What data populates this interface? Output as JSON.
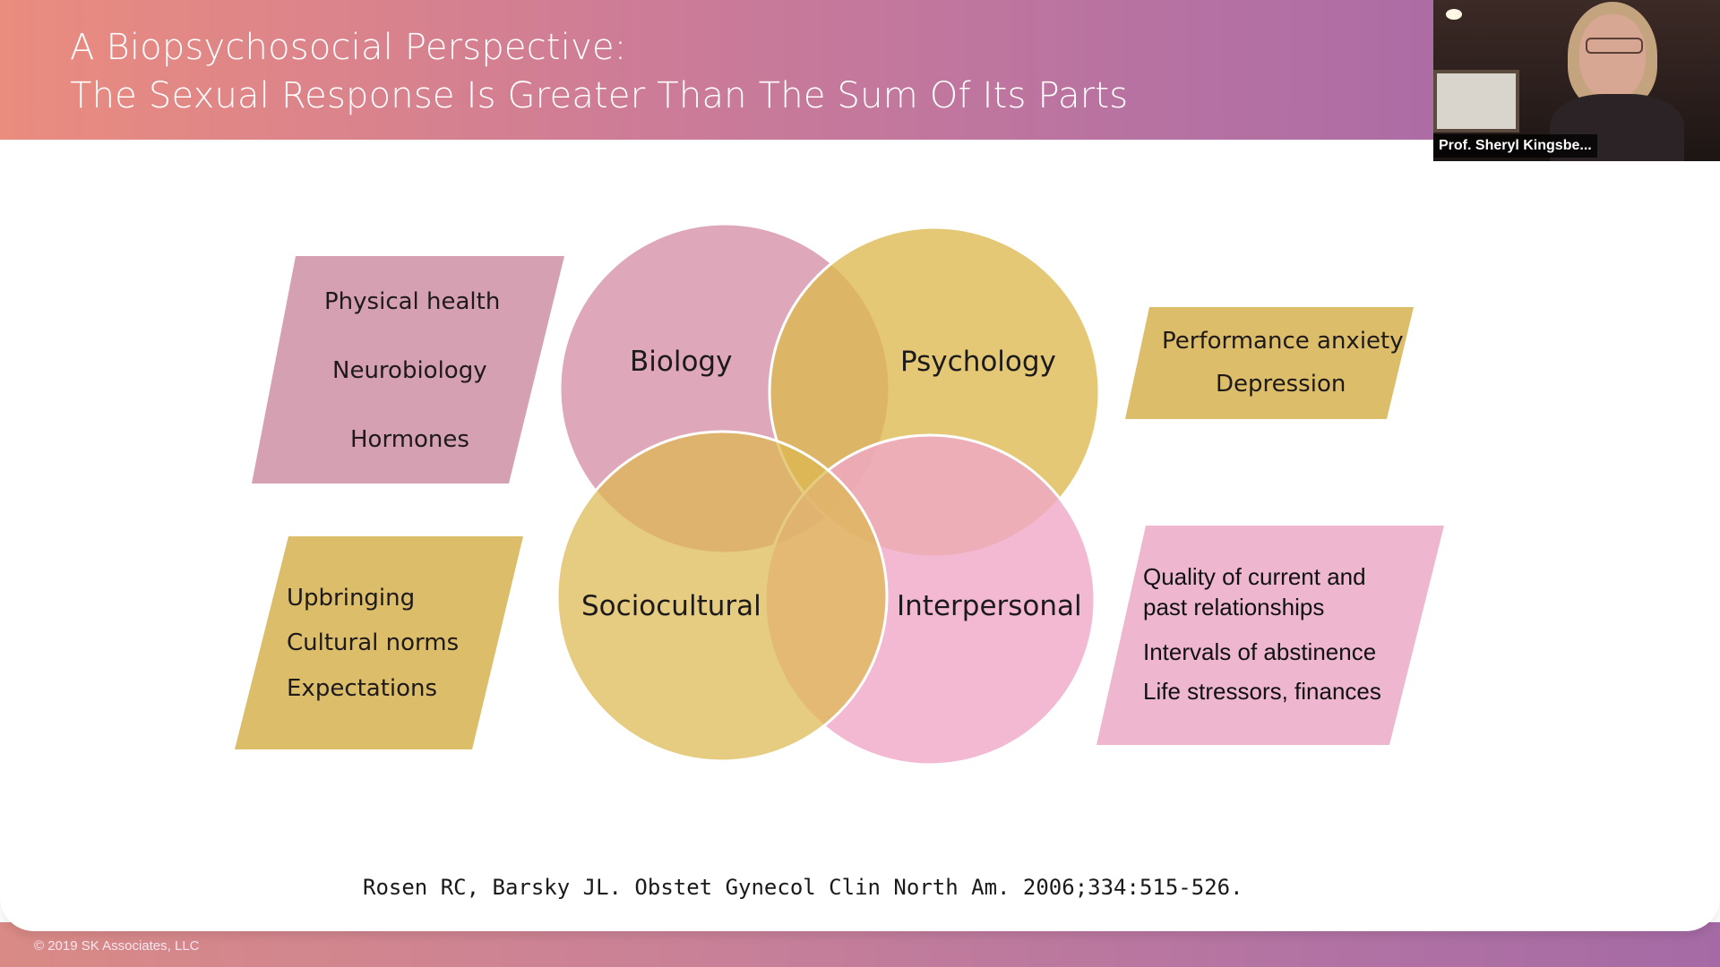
{
  "slide": {
    "title_line1": "A Biopsychosocial Perspective:",
    "title_line2": "The Sexual Response Is Greater Than The Sum Of Its Parts",
    "citation": "Rosen RC, Barsky JL. Obstet Gynecol Clin North Am. 2006;334:515-526.",
    "copyright": "© 2019 SK Associates, LLC"
  },
  "diagram": {
    "circles": {
      "biology": "Biology",
      "psychology": "Psychology",
      "sociocultural": "Sociocultural",
      "interpersonal": "Interpersonal"
    },
    "boxes": {
      "biology": [
        "Physical health",
        "Neurobiology",
        "Hormones"
      ],
      "psychology": [
        "Performance anxiety",
        "Depression"
      ],
      "sociocultural": [
        "Upbringing",
        "Cultural norms",
        "Expectations"
      ],
      "interpersonal": [
        "Quality of current and",
        "past relationships",
        "Intervals of abstinence",
        "Life stressors, finances"
      ]
    },
    "colors": {
      "pink": "#d898ae",
      "gold": "#dcb84f",
      "light_pink": "#f0a8c8"
    }
  },
  "video": {
    "participant_name": "Prof. Sheryl Kingsbe..."
  }
}
